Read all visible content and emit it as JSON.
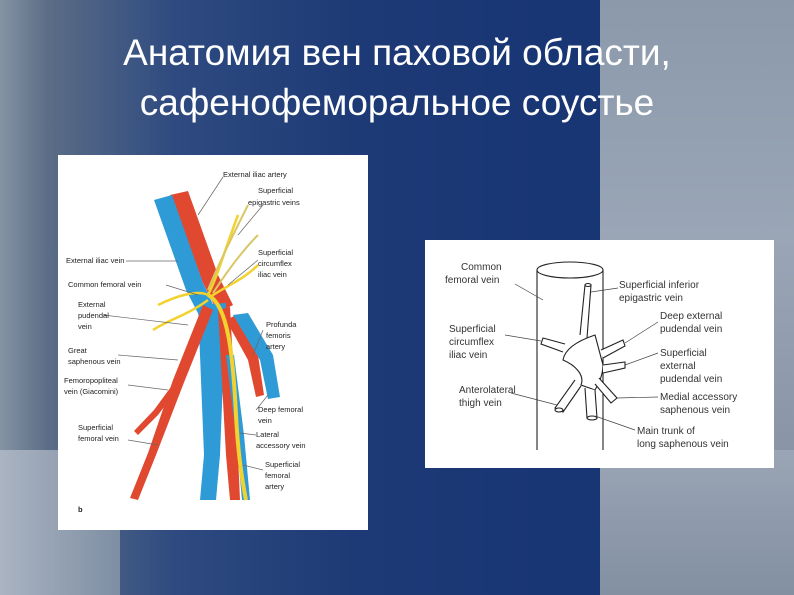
{
  "title": {
    "line1": "Анатомия вен паховой области,",
    "line2": "сафенофеморальное соустье"
  },
  "figure_left": {
    "labels": {
      "external_iliac_artery": "External iliac artery",
      "superficial_epigastric_vein_1": "Superficial",
      "superficial_epigastric_vein_2": "epigastric veins",
      "external_iliac_vein": "External iliac vein",
      "superficial_circumflex_1": "Superficial",
      "superficial_circumflex_2": "circumflex",
      "superficial_circumflex_3": "iliac vein",
      "common_femoral_vein": "Common femoral vein",
      "external_pudendal_1": "External",
      "external_pudendal_2": "pudendal",
      "external_pudendal_3": "vein",
      "profunda_1": "Profunda",
      "profunda_2": "femoris",
      "profunda_3": "artery",
      "great_saphenous_1": "Great",
      "great_saphenous_2": "saphenous vein",
      "femoropopliteal_1": "Femoropopliteal",
      "femoropopliteal_2": "vein (Giacomini)",
      "deep_femoral_1": "Deep femoral",
      "deep_femoral_2": "vein",
      "superficial_femoral_vein_1": "Superficial",
      "superficial_femoral_vein_2": "femoral vein",
      "lateral_accessory_1": "Lateral",
      "lateral_accessory_2": "accessory vein",
      "superficial_femoral_artery_1": "Superficial",
      "superficial_femoral_artery_2": "femoral",
      "superficial_femoral_artery_3": "artery",
      "panel_letter": "b"
    },
    "colors": {
      "vein": "#2f9bd6",
      "artery": "#e0492f",
      "nerve": "#f2d22e"
    }
  },
  "figure_right": {
    "labels": {
      "common_femoral_1": "Common",
      "common_femoral_2": "femoral vein",
      "sup_inf_epigastric_1": "Superficial inferior",
      "sup_inf_epigastric_2": "epigastric vein",
      "deep_ext_pudendal_1": "Deep external",
      "deep_ext_pudendal_2": "pudendal vein",
      "sup_circumflex_1": "Superficial",
      "sup_circumflex_2": "circumflex",
      "sup_circumflex_3": "iliac vein",
      "sup_ext_pudendal_1": "Superficial",
      "sup_ext_pudendal_2": "external",
      "sup_ext_pudendal_3": "pudendal vein",
      "anterolateral_1": "Anterolateral",
      "anterolateral_2": "thigh vein",
      "medial_accessory_1": "Medial accessory",
      "medial_accessory_2": "saphenous vein",
      "main_trunk_1": "Main trunk of",
      "main_trunk_2": "long saphenous vein"
    }
  }
}
